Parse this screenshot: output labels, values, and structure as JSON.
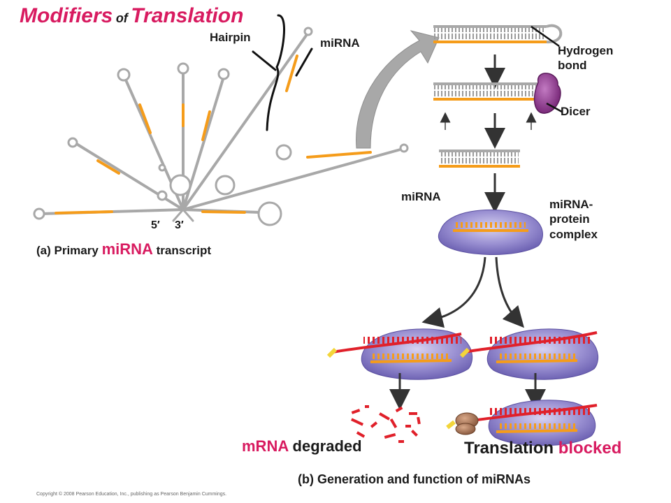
{
  "title": {
    "part1": "Modifiers",
    "part2": "of",
    "part3": "Translation"
  },
  "panel_a": {
    "hairpin_label": "Hairpin",
    "mirna_label": "miRNA",
    "five_prime": "5′",
    "three_prime": "3′",
    "caption_prefix": "(a) Primary",
    "caption_highlight": "miRNA",
    "caption_suffix": "transcript"
  },
  "panel_b": {
    "hydrogen_bond_label": "Hydrogen\nbond",
    "dicer_label": "Dicer",
    "mirna_label": "miRNA",
    "complex_label": "miRNA-\nprotein\ncomplex",
    "degraded_highlight": "mRNA",
    "degraded_suffix": "degraded",
    "blocked_prefix": "Translation",
    "blocked_highlight": "blocked",
    "caption": "(b) Generation and function of miRNAs"
  },
  "copyright": "Copyright © 2008 Pearson Education, Inc., publishing as Pearson Benjamin Cummings.",
  "colors": {
    "accent_pink": "#d81b60",
    "rna_gray": "#a8a8a8",
    "mirna_orange": "#f59c1a",
    "mrna_red": "#e0202a",
    "complex_purple": "#8a80c8",
    "dicer_purple": "#8e3a8e",
    "ribosome_brown": "#b07a5a"
  }
}
